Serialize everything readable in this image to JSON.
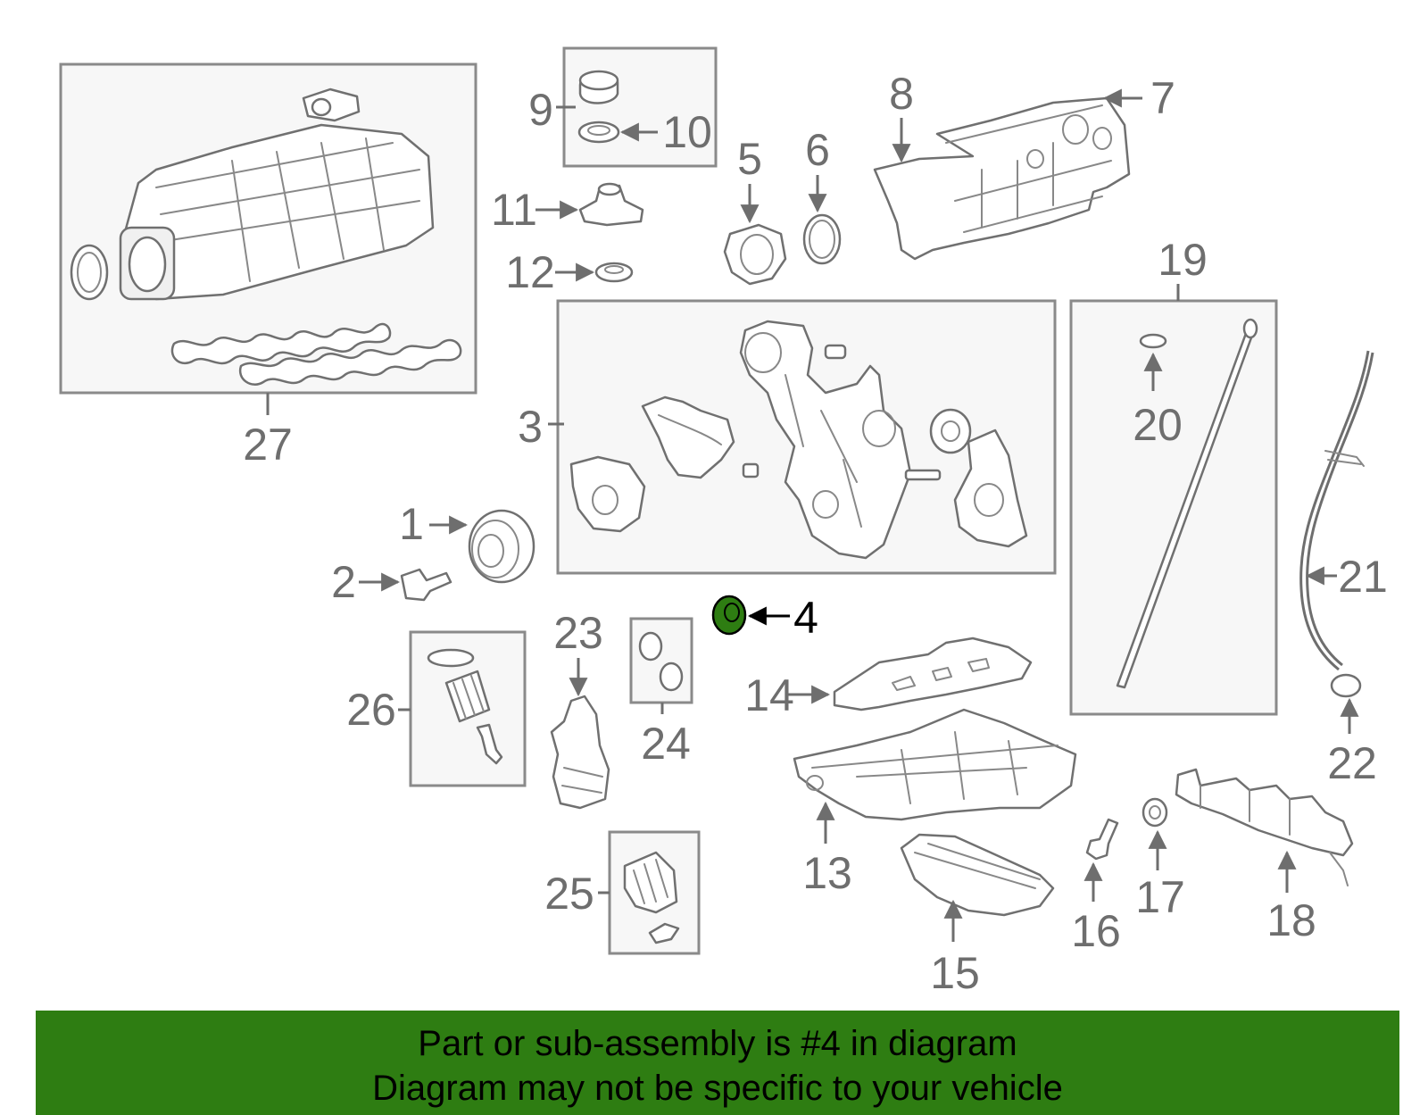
{
  "diagram": {
    "highlight_part": "4",
    "highlight_color": "#2e7d12",
    "callouts": {
      "p1": "1",
      "p2": "2",
      "p3": "3",
      "p4": "4",
      "p5": "5",
      "p6": "6",
      "p7": "7",
      "p8": "8",
      "p9": "9",
      "p10": "10",
      "p11": "11",
      "p12": "12",
      "p13": "13",
      "p14": "14",
      "p15": "15",
      "p16": "16",
      "p17": "17",
      "p18": "18",
      "p19": "19",
      "p20": "20",
      "p21": "21",
      "p22": "22",
      "p23": "23",
      "p24": "24",
      "p25": "25",
      "p26": "26",
      "p27": "27"
    }
  },
  "banner": {
    "line1": "Part or sub-assembly is #4 in diagram",
    "line2": "Diagram may not be specific to your vehicle",
    "background": "#2e7d12"
  }
}
